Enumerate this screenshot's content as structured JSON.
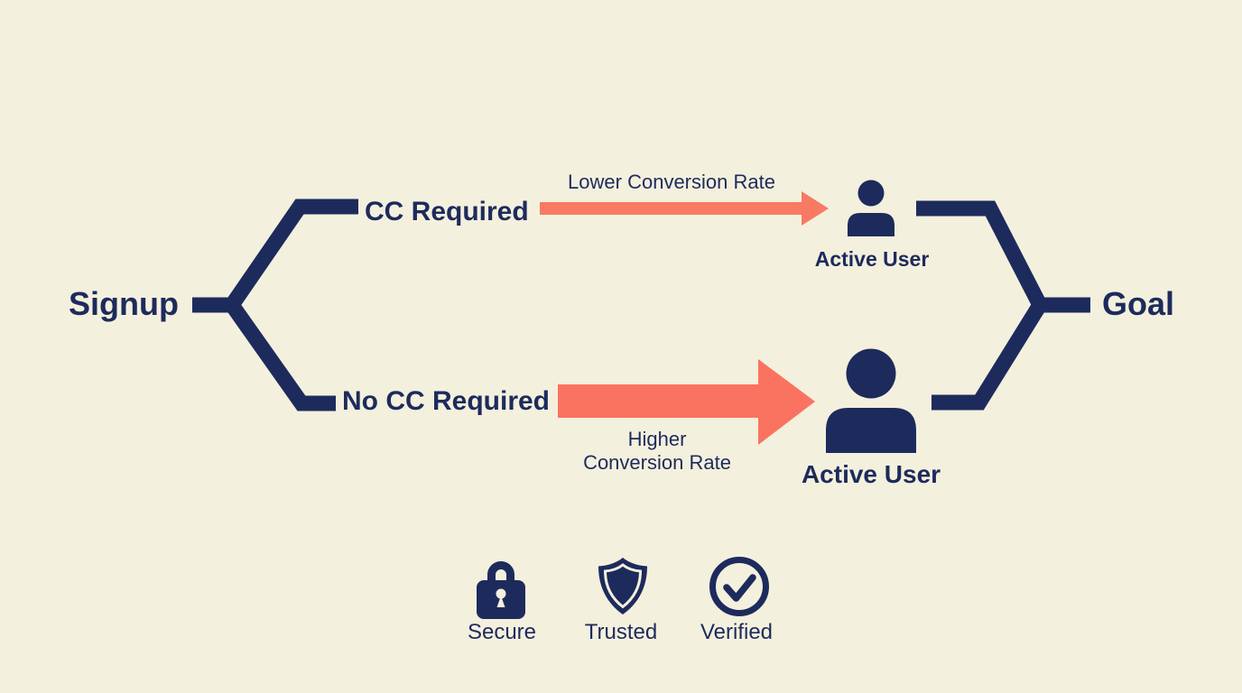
{
  "colors": {
    "background": "#F4F0DE",
    "navy": "#1D2B5C",
    "arrow_thin": "#F87A62",
    "arrow_thick": "#FA7360"
  },
  "diagram": {
    "start": {
      "label": "Signup"
    },
    "end": {
      "label": "Goal"
    },
    "top_branch": {
      "label": "CC Required",
      "arrow_label": "Lower Conversion Rate",
      "result_label": "Active User",
      "result_icon": "user-icon"
    },
    "bottom_branch": {
      "label": "No CC Required",
      "arrow_label": "Higher Conversion Rate",
      "result_label": "Active User",
      "result_icon": "user-icon"
    }
  },
  "badges": [
    {
      "label": "Secure",
      "icon": "lock-icon"
    },
    {
      "label": "Trusted",
      "icon": "shield-icon"
    },
    {
      "label": "Verified",
      "icon": "check-circle-icon"
    }
  ]
}
